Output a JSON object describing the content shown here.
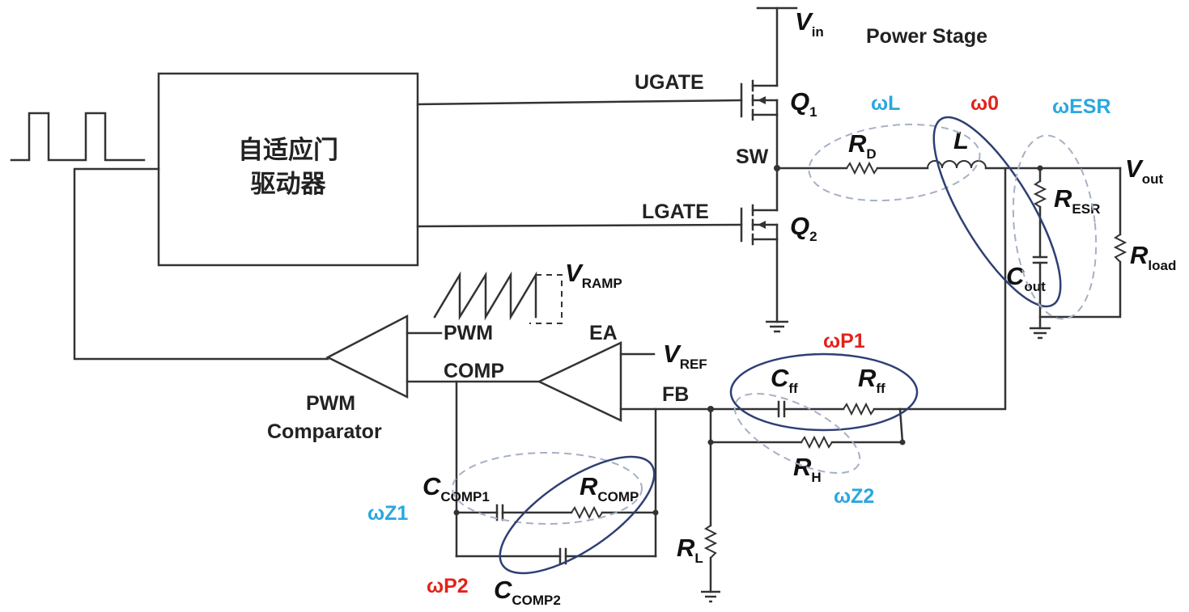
{
  "labels": {
    "power_stage": "Power Stage",
    "driver_line1": "自适应门",
    "driver_line2": "驱动器",
    "ugate": "UGATE",
    "lgate": "LGATE",
    "sw": "SW",
    "pwm": "PWM",
    "comp": "COMP",
    "ea": "EA",
    "fb": "FB",
    "pwm_comparator_line1": "PWM",
    "pwm_comparator_line2": "Comparator"
  },
  "symbols": {
    "vin": {
      "main": "V",
      "sub": "in"
    },
    "q1": {
      "main": "Q",
      "sub": "1"
    },
    "q2": {
      "main": "Q",
      "sub": "2"
    },
    "rd": {
      "main": "R",
      "sub": "D"
    },
    "l": {
      "main": "L",
      "sub": ""
    },
    "vout": {
      "main": "V",
      "sub": "out"
    },
    "resr": {
      "main": "R",
      "sub": "ESR"
    },
    "rload": {
      "main": "R",
      "sub": "load"
    },
    "cout": {
      "main": "C",
      "sub": "out"
    },
    "vramp": {
      "main": "V",
      "sub": "RAMP"
    },
    "vref": {
      "main": "V",
      "sub": "REF"
    },
    "cff": {
      "main": "C",
      "sub": "ff"
    },
    "rff": {
      "main": "R",
      "sub": "ff"
    },
    "rh": {
      "main": "R",
      "sub": "H"
    },
    "rl": {
      "main": "R",
      "sub": "L"
    },
    "ccomp1": {
      "main": "C",
      "sub": "COMP1"
    },
    "rcomp": {
      "main": "R",
      "sub": "COMP"
    },
    "ccomp2": {
      "main": "C",
      "sub": "COMP2"
    }
  },
  "annotations": {
    "wl": "ωL",
    "w0": "ω0",
    "wesr": "ωESR",
    "wp1": "ωP1",
    "wz2": "ωZ2",
    "wz1": "ωZ1",
    "wp2": "ωP2"
  },
  "colors": {
    "annotation_blue": "#2aa7e0",
    "annotation_red": "#e0231c",
    "highlight_ellipse": "#2f3f73",
    "dashed_ellipse": "#a6b0c4"
  }
}
